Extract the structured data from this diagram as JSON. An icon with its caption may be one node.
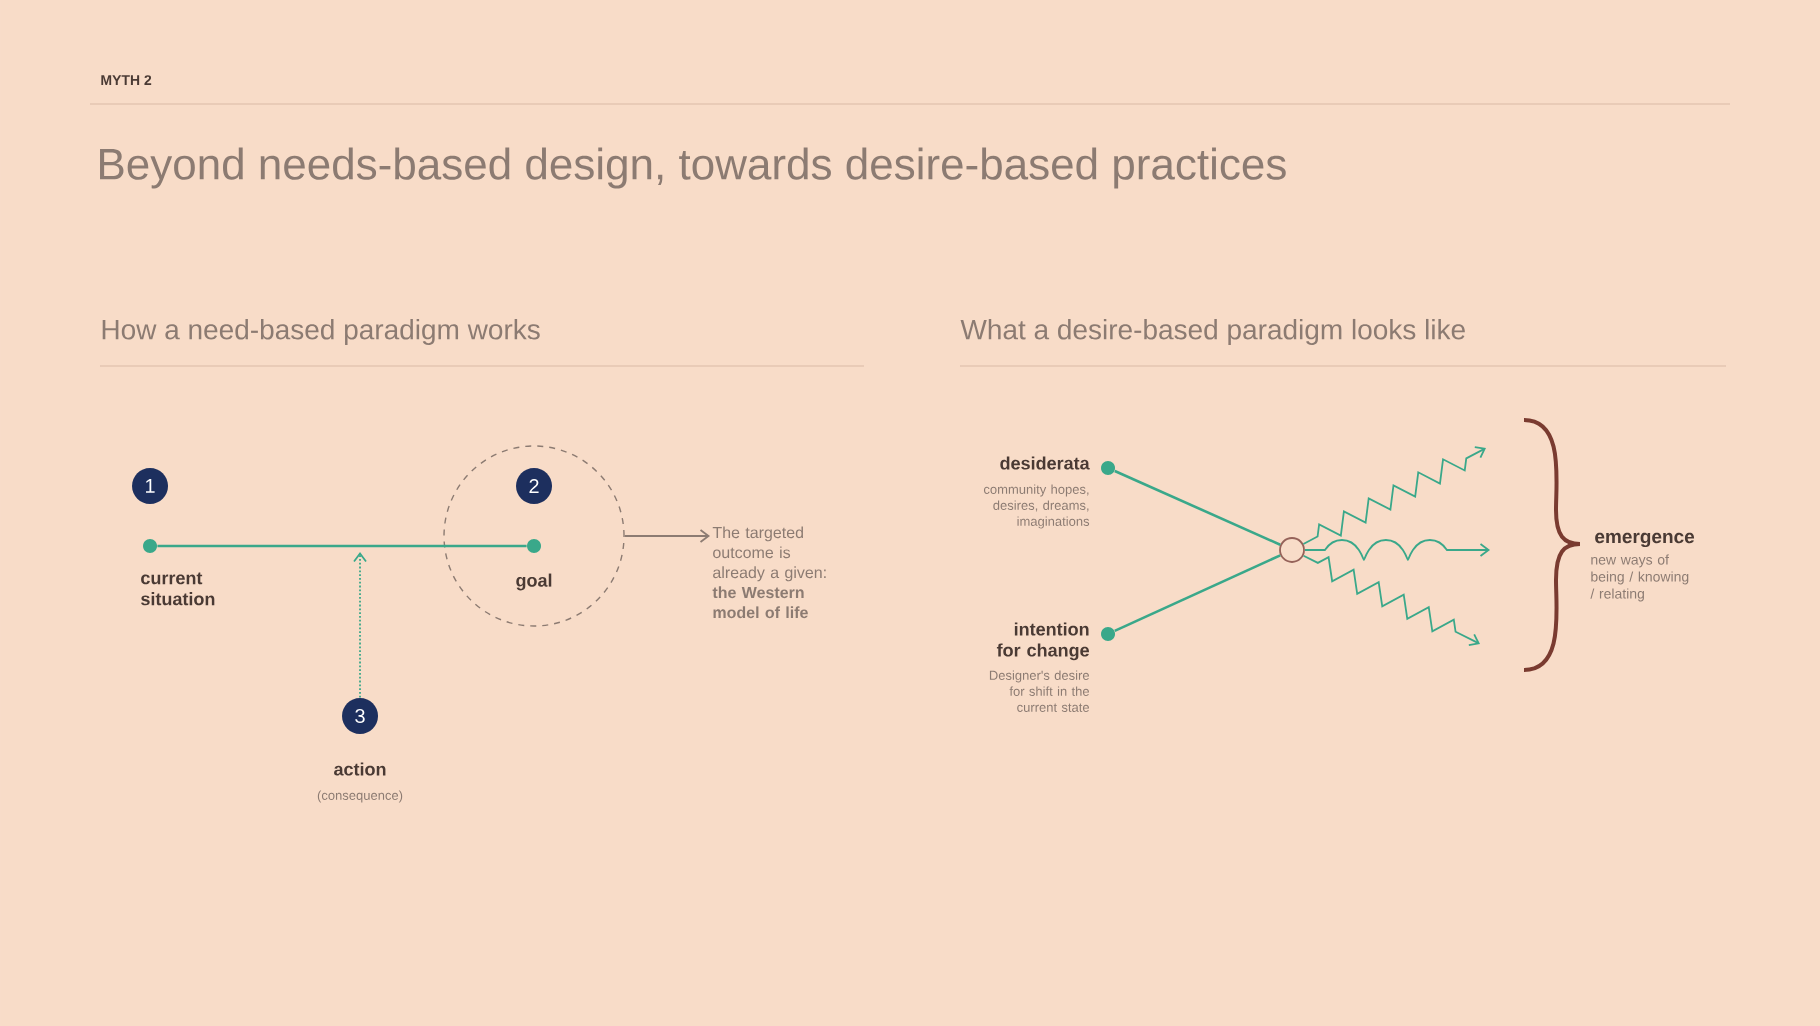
{
  "diagram": {
    "title": "Beyond needs-based design, towards desire-based practices",
    "nodes": [
      {
        "text": [
          "1"
        ]
      },
      {
        "text": [],
        "shape": "circle",
        "beside": [
          "current situation"
        ]
      },
      {
        "text": [
          "goal"
        ]
      },
      {
        "text": [
          "2"
        ],
        "in": 2
      },
      {
        "text": [],
        "shape": "circle",
        "in": 2
      },
      {
        "text": [
          "The targeted outcome is already a given: **the Western model of life**"
        ]
      },
      {
        "text": [
          "3"
        ],
        "beside": [
          "action",
          "(consequence)"
        ]
      },
      {
        "text": [],
        "shape": "circle",
        "beside": [
          "desiderata",
          "community hopes, desires, dreams, imaginations"
        ]
      },
      {
        "text": [],
        "shape": "circle",
        "beside": [
          "intention for change",
          "Designer's desire for shift in the current state"
        ]
      },
      {
        "text": [],
        "shape": "circle"
      }
    ],
    "edges": [
      {
        "from": 1,
        "to": 4,
        "arrow": "none"
      },
      {
        "from": 2,
        "to": 5,
        "arrow": "to"
      },
      {
        "from": 6,
        "to": null,
        "arrow": "to",
        "style": "dashed"
      },
      {
        "from": 7,
        "to": 9,
        "arrow": "none"
      },
      {
        "from": 8,
        "to": 9,
        "arrow": "none"
      },
      {
        "from": 9,
        "to": null,
        "arrow": "to"
      },
      {
        "from": 9,
        "to": null,
        "arrow": "to"
      },
      {
        "from": 9,
        "to": null,
        "arrow": "to"
      }
    ],
    "labels": [
      "MYTH 2",
      "How a need-based paradigm works",
      "What a desire-based paradigm looks like",
      "emergence",
      "new ways of being / knowing / relating"
    ]
  }
}
